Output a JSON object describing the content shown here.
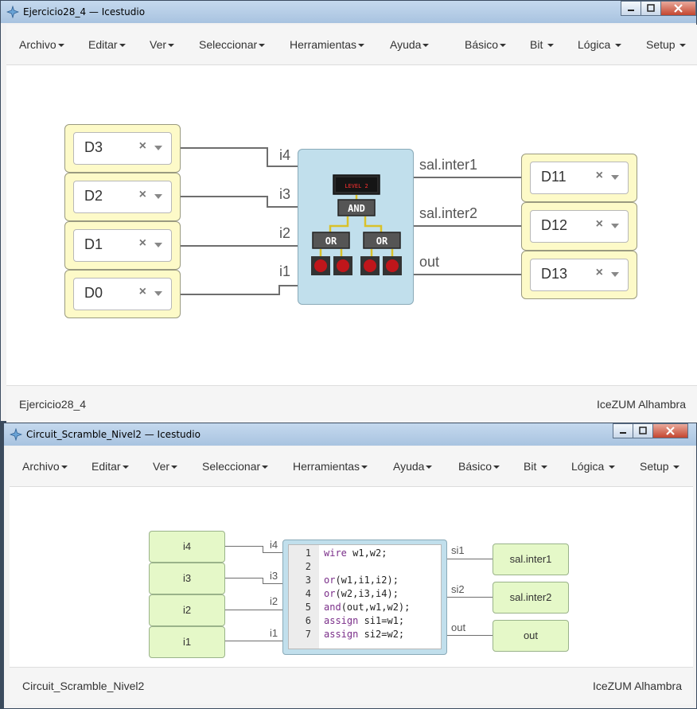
{
  "window1": {
    "title": "Ejercicio28_4 — Icestudio",
    "menu": [
      "Archivo",
      "Editar",
      "Ver",
      "Seleccionar",
      "Herramientas",
      "Ayuda",
      "Básico",
      "Bit",
      "Lógica",
      "Setup"
    ],
    "inputs": [
      {
        "value": "D3",
        "port": "i4"
      },
      {
        "value": "D2",
        "port": "i3"
      },
      {
        "value": "D1",
        "port": "i2"
      },
      {
        "value": "D0",
        "port": "i1"
      }
    ],
    "outputs": [
      {
        "value": "D11",
        "port": "sal.inter1"
      },
      {
        "value": "D12",
        "port": "sal.inter2"
      },
      {
        "value": "D13",
        "port": "out"
      }
    ],
    "clear_symbol": "×",
    "block": {
      "level_text": "LEVEL 2",
      "and_label": "AND",
      "or_label": "OR"
    },
    "footer_left": "Ejercicio28_4",
    "footer_right": "IceZUM Alhambra"
  },
  "window2": {
    "title": "Circuit_Scramble_Nivel2 — Icestudio",
    "menu": [
      "Archivo",
      "Editar",
      "Ver",
      "Seleccionar",
      "Herramientas",
      "Ayuda",
      "Básico",
      "Bit",
      "Lógica",
      "Setup"
    ],
    "inputs": [
      "i4",
      "i3",
      "i2",
      "i1"
    ],
    "outputs": [
      "sal.inter1",
      "sal.inter2",
      "out"
    ],
    "code_ports_in": [
      "i4",
      "i3",
      "i2",
      "i1"
    ],
    "code_ports_out": [
      "si1",
      "si2",
      "out"
    ],
    "code_lines": [
      {
        "n": "1",
        "kw": "wire",
        "rest": " w1,w2;"
      },
      {
        "n": "2",
        "kw": "",
        "rest": ""
      },
      {
        "n": "3",
        "kw": "or",
        "rest": "(w1,i1,i2);"
      },
      {
        "n": "4",
        "kw": "or",
        "rest": "(w2,i3,i4);"
      },
      {
        "n": "5",
        "kw": "and",
        "rest": "(out,w1,w2);"
      },
      {
        "n": "6",
        "kw": "assign",
        "rest": " si1=w1;"
      },
      {
        "n": "7",
        "kw": "assign",
        "rest": " si2=w2;"
      }
    ],
    "footer_left": "Circuit_Scramble_Nivel2",
    "footer_right": "IceZUM Alhambra"
  },
  "colors": {
    "pin_bg": "#fdfac8",
    "block_bg": "#c1dfec",
    "io_green": "#e5f8c8",
    "keyword": "#7a2e89"
  },
  "icons": [
    "icestudio-logo-icon",
    "minimize-icon",
    "maximize-icon",
    "close-icon",
    "clear-icon",
    "chevron-down-icon"
  ]
}
